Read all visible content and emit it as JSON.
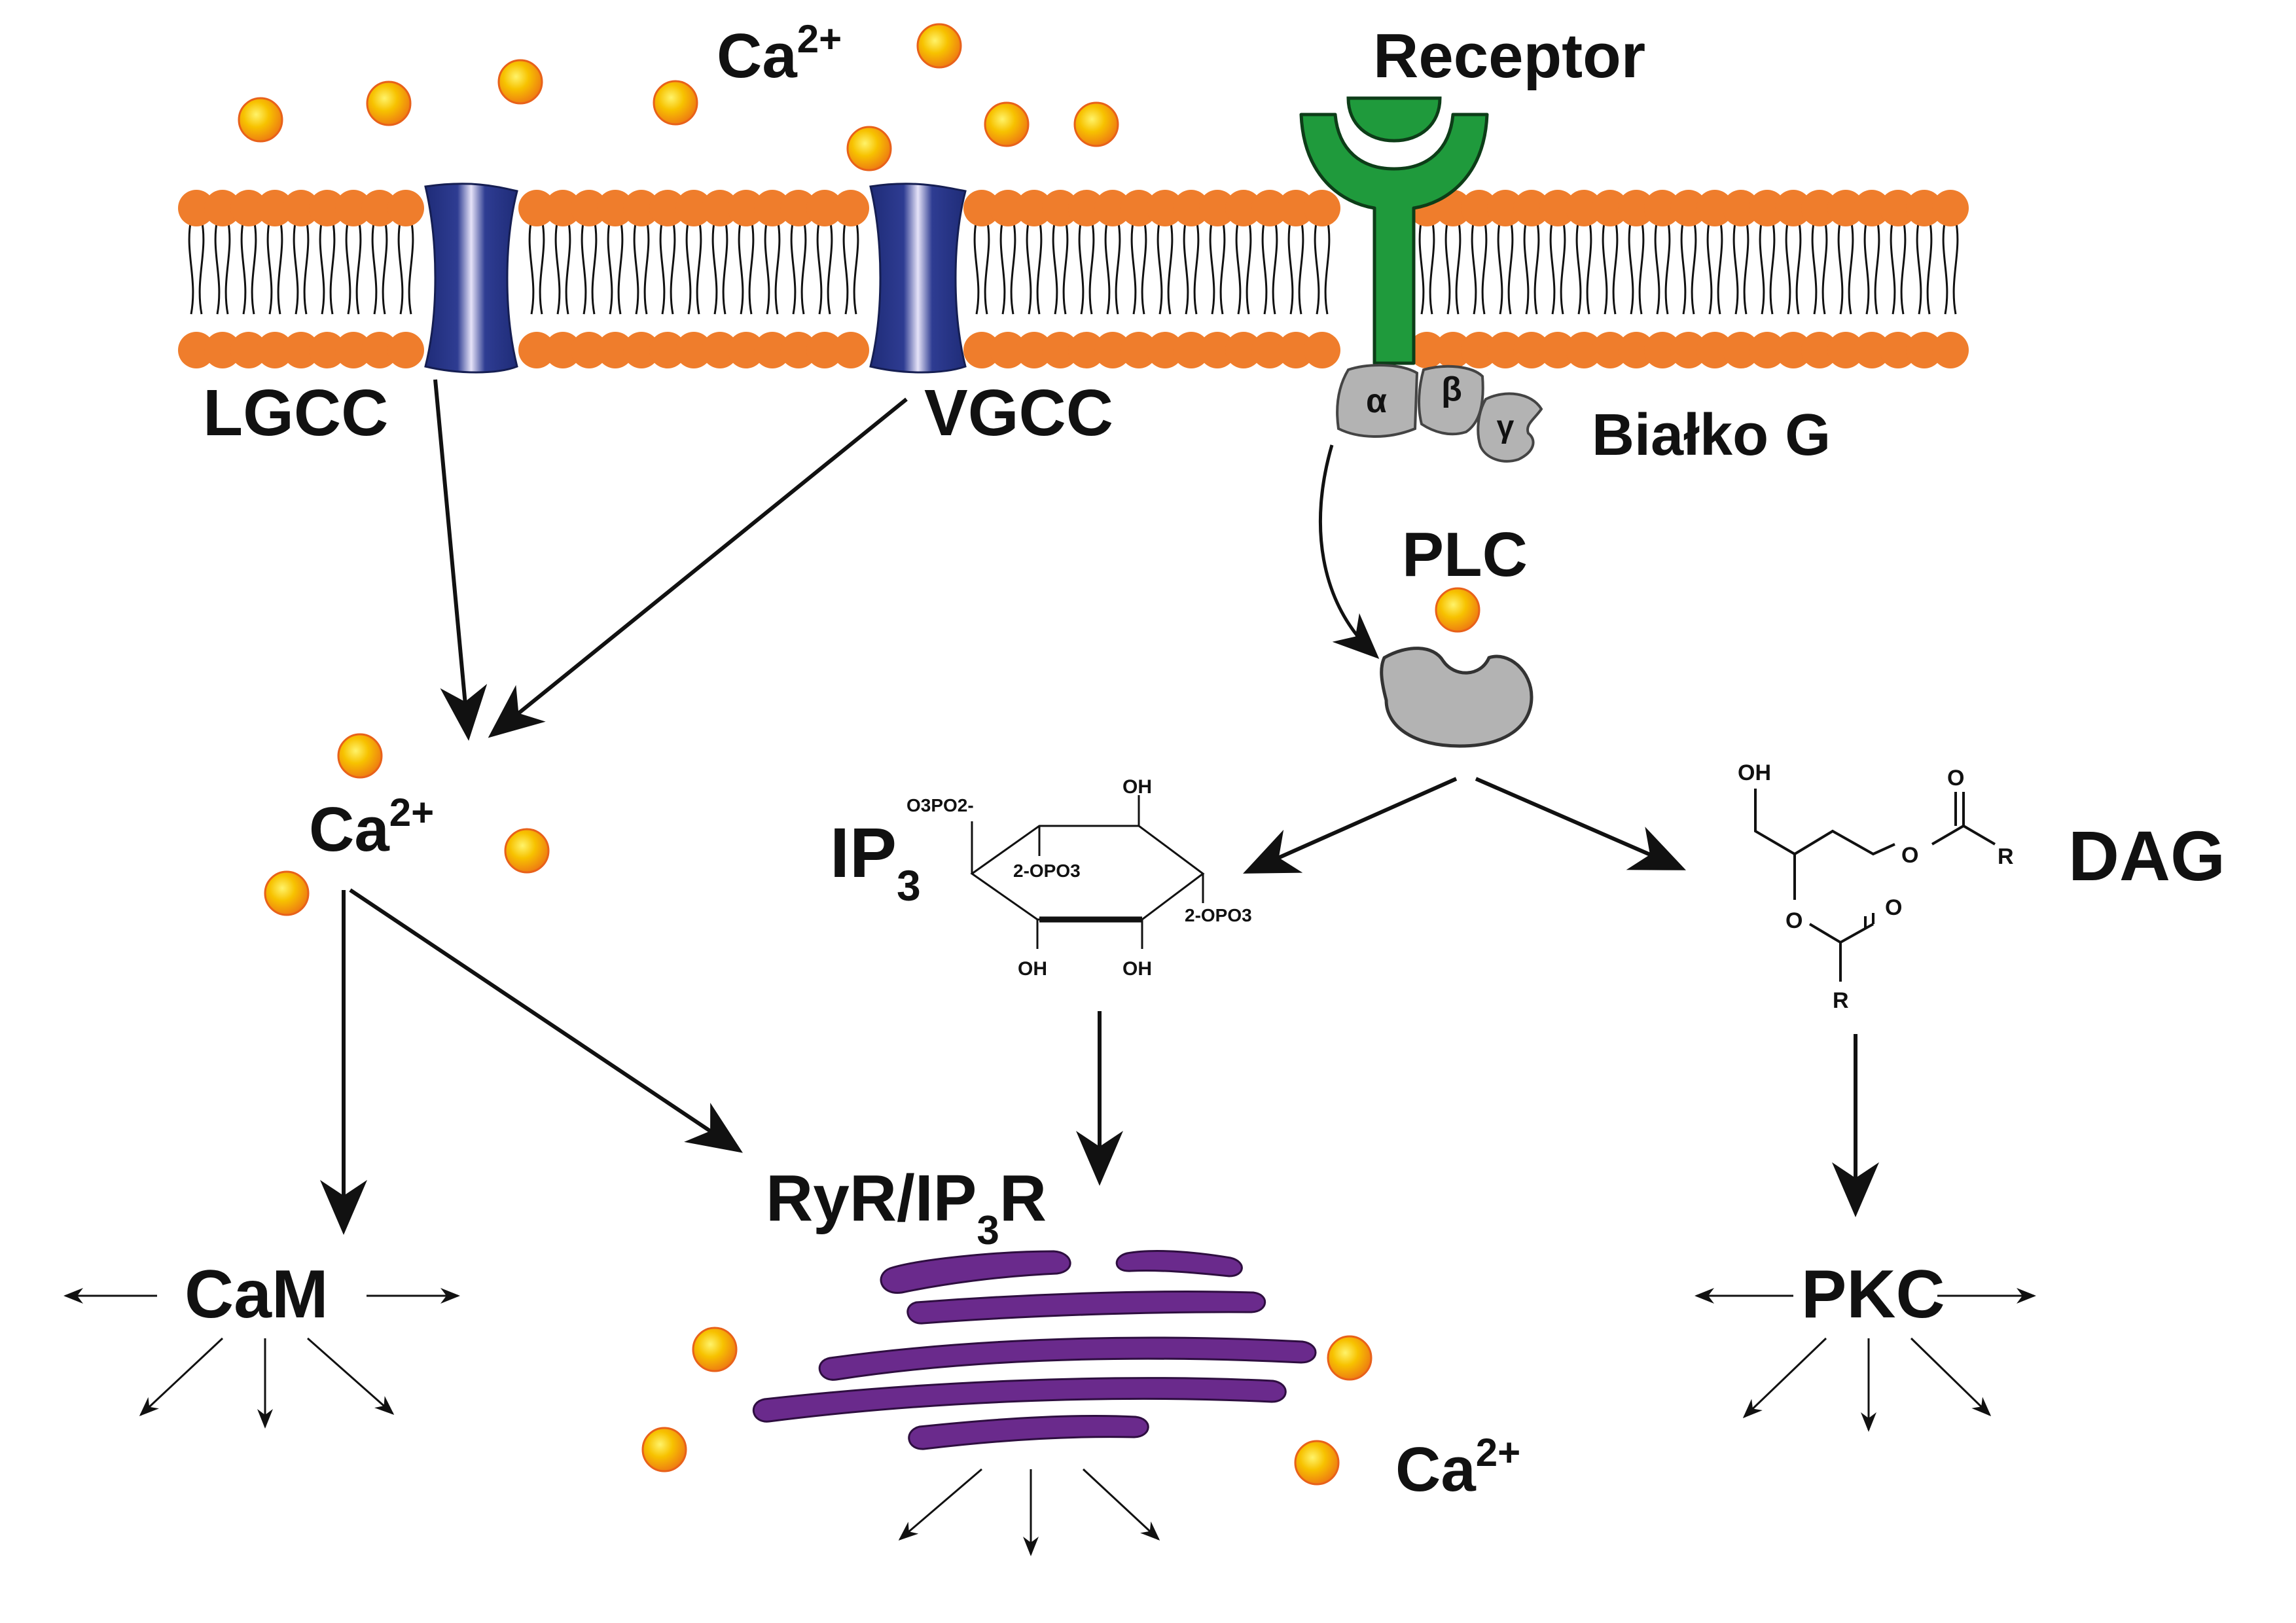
{
  "labels": {
    "ca_top": {
      "base": "Ca",
      "sup": "2+"
    },
    "receptor": "Receptor",
    "lgcc": "LGCC",
    "vgcc": "VGCC",
    "bialko_g": "Białko G",
    "alpha": "α",
    "beta": "β",
    "gamma": "γ",
    "plc": "PLC",
    "ca_mid": {
      "base": "Ca",
      "sup": "2+"
    },
    "ip3": {
      "base": "IP",
      "sub": "3"
    },
    "dag": "DAG",
    "ryr": {
      "part1": "RyR/IP",
      "sub": "3",
      "part2": "R"
    },
    "cam": "CaM",
    "pkc": "PKC",
    "ca_bottom": {
      "base": "Ca",
      "sup": "2+"
    }
  },
  "ip3_structure": {
    "oh_top": "OH",
    "o3po_left": "O3PO2-",
    "opo3_inner": "2-OPO3",
    "opo3_right": "2-OPO3",
    "oh_bottom_left": "OH",
    "oh_bottom_right": "OH"
  },
  "dag_structure": {
    "oh": "OH",
    "o_ester1": "O",
    "carbonyl_o1": "O",
    "r1": "R",
    "o_ester2": "O",
    "carbonyl_o2": "O",
    "r2": "R"
  },
  "colors": {
    "ion_fill": "#f5a800",
    "ion_edge": "#e8611a",
    "lipid_head": "#ef7d2c",
    "channel": "#2c3a8c",
    "receptor": "#1f9a3c",
    "g_protein": "#b3b3b3",
    "er": "#6a2a8c",
    "arrow": "#111111"
  }
}
